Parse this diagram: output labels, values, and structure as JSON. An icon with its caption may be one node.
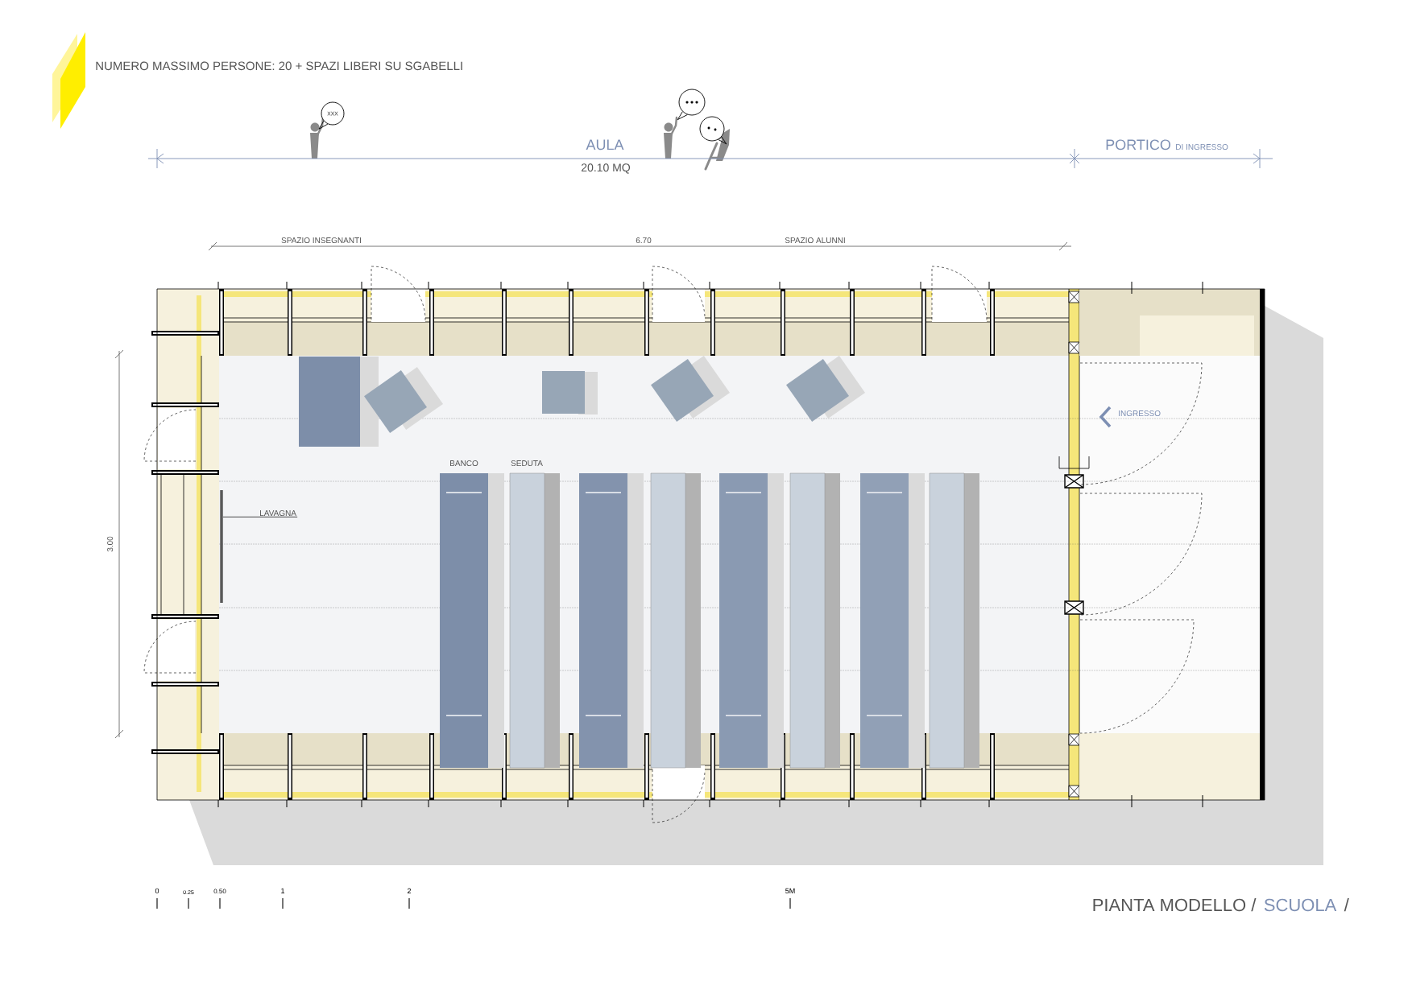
{
  "diagram": {
    "title": "NUMERO MASSIMO PERSONE: 20 + SPAZI LIBERI SU SGABELLI",
    "nodes": [
      {
        "text": [
          "xxx"
        ]
      },
      {
        "text": [
          "LAVAGNA"
        ]
      },
      {
        "text": [],
        "shape": "bar"
      },
      {
        "text": [],
        "shape": "circle"
      },
      {
        "text": [],
        "shape": "circle"
      }
    ],
    "edges": [
      {
        "from": 1,
        "to": 2,
        "arrow": "none"
      }
    ],
    "labels": [
      "AULA",
      "20.10 MQ",
      "PORTICO",
      "DI INGRESSO",
      "SPAZIO INSEGNANTI",
      "6.70",
      "SPAZIO ALUNNI",
      "3.00",
      "INGRESSO",
      "BANCO",
      "SEDUTA",
      "0",
      "0.25",
      "0.50",
      "1",
      "2",
      "5M",
      "PIANTA MODELLO /",
      "SCUOLA",
      "/"
    ]
  }
}
